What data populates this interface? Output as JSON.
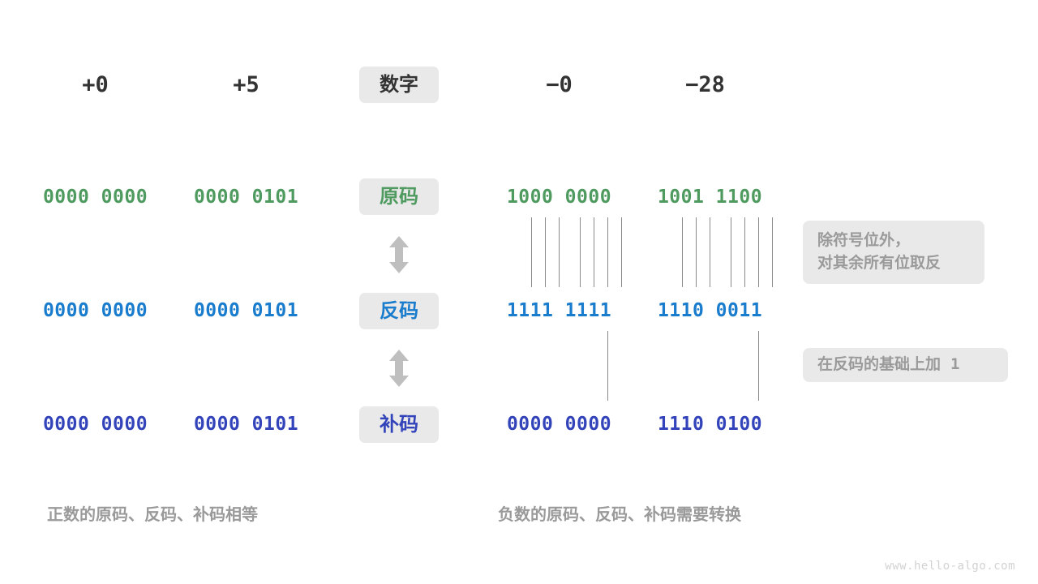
{
  "colors": {
    "true_form": "#4e9a5f",
    "ones_complement": "#1a7ccc",
    "twos_complement": "#3344bb",
    "chip_bg": "#e9e9e9",
    "note_text": "#9a9a9a",
    "tick_line": "#8a8a8a",
    "header_text": "#333333",
    "watermark": "#d2d2d2",
    "background": "#ffffff"
  },
  "header": {
    "label": "数字",
    "columns": [
      "+0",
      "+5",
      "−0",
      "−28"
    ]
  },
  "rows": [
    {
      "key": "true_form",
      "label": "原码",
      "values": [
        "0000 0000",
        "0000 0101",
        "1000 0000",
        "1001 1100"
      ]
    },
    {
      "key": "ones_complement",
      "label": "反码",
      "values": [
        "0000 0000",
        "0000 0101",
        "1111 1111",
        "1110 0011"
      ]
    },
    {
      "key": "twos_complement",
      "label": "补码",
      "values": [
        "0000 0000",
        "0000 0101",
        "0000 0000",
        "1110 0100"
      ]
    }
  ],
  "notes": [
    {
      "id": "invert-note",
      "lines": [
        "除符号位外，",
        "对其余所有位取反"
      ]
    },
    {
      "id": "add-one-note",
      "text": "在反码的基础上加",
      "value": "1"
    }
  ],
  "arrows": [
    {
      "id": "arrow-true-to-ones",
      "icon": "double-arrow-vertical-icon"
    },
    {
      "id": "arrow-ones-to-twos",
      "icon": "double-arrow-vertical-icon"
    }
  ],
  "captions": {
    "left": "正数的原码、反码、补码相等",
    "right": "负数的原码、反码、补码需要转换"
  },
  "watermark": "www.hello-algo.com"
}
